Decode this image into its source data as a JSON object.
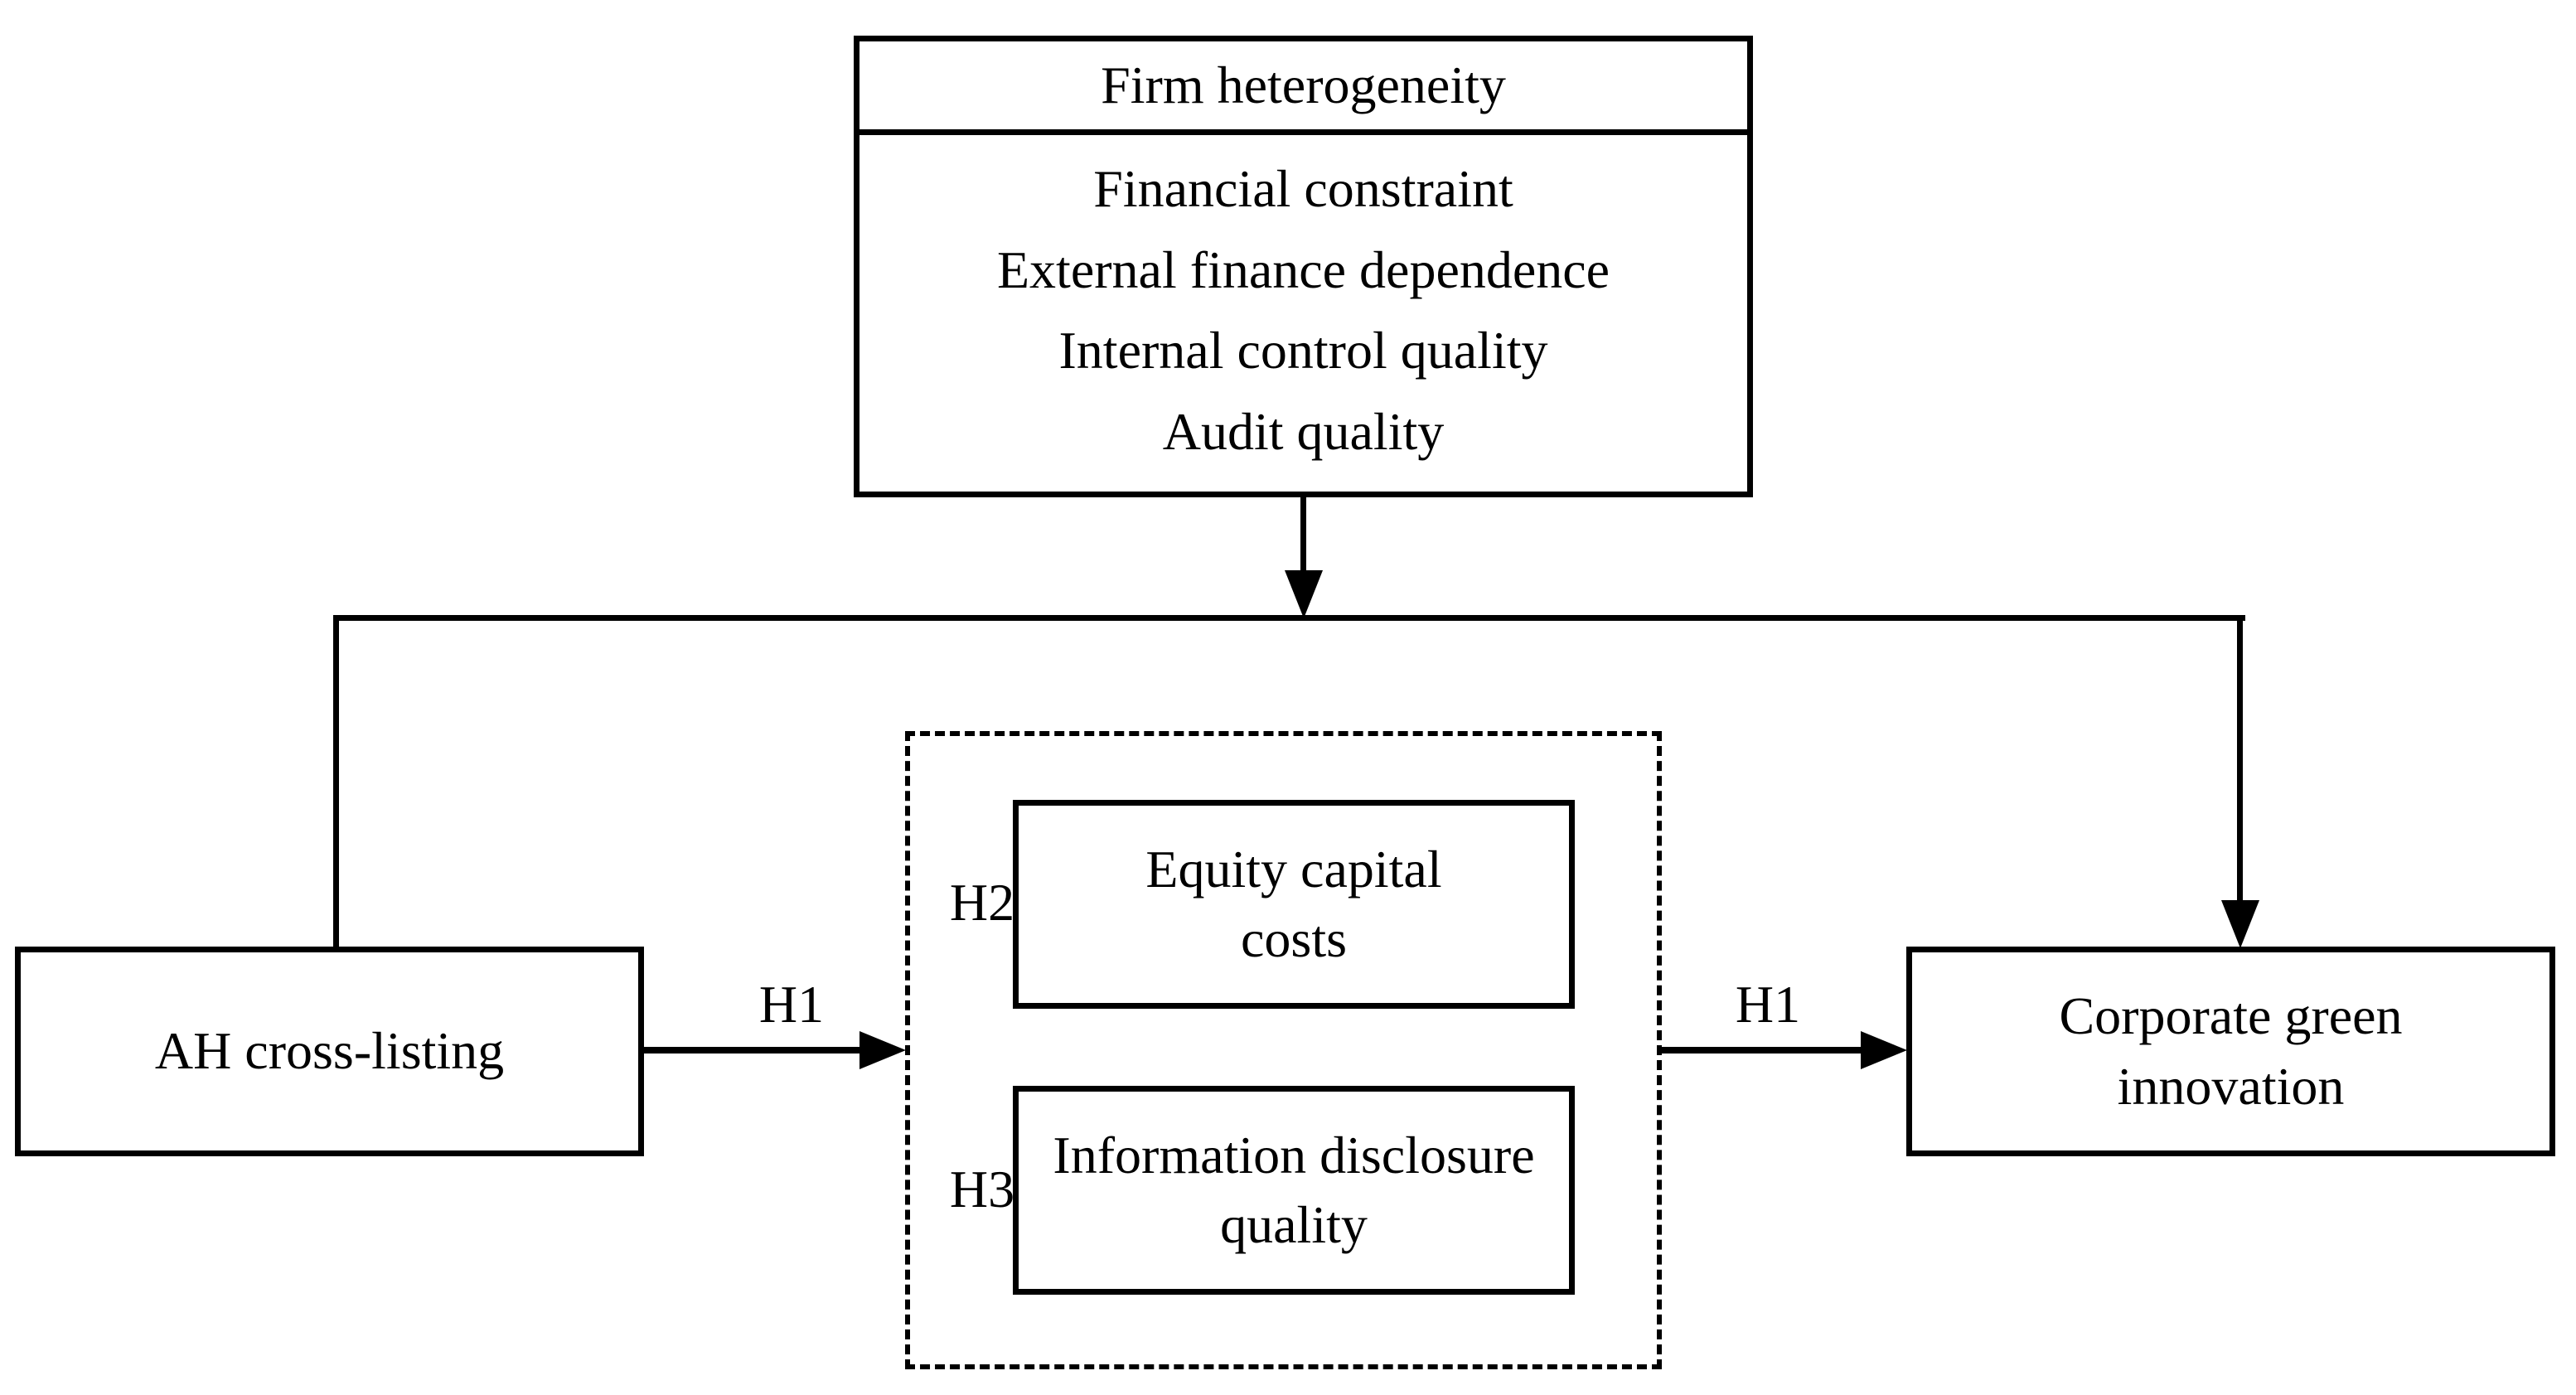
{
  "diagram": {
    "title_box": {
      "title": "Firm heterogeneity",
      "items": [
        "Financial constraint",
        "External finance dependence",
        "Internal control quality",
        "Audit quality"
      ]
    },
    "independent_box": {
      "label": "AH cross-listing"
    },
    "mediators": [
      {
        "hypothesis": "H2",
        "label": "Equity capital costs"
      },
      {
        "hypothesis": "H3",
        "label": "Information disclosure quality"
      }
    ],
    "dependent_box": {
      "label": "Corporate green innovation"
    },
    "arrows": {
      "left": {
        "label": "H1"
      },
      "right": {
        "label": "H1"
      }
    },
    "colors": {
      "line": "#000000",
      "background": "#ffffff"
    }
  }
}
